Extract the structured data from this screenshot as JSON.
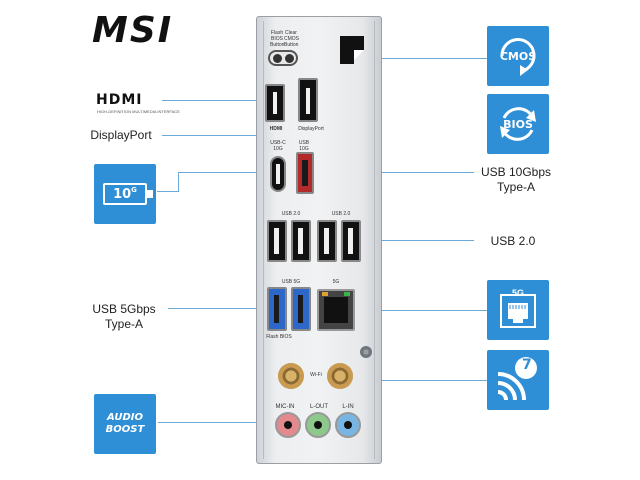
{
  "brand": {
    "logo": "MSI"
  },
  "labels": {
    "hdmi": "HDMI",
    "hdmi_sub": "HIGH-DEFINITION MULTIMEDIA INTERFACE",
    "displayport": "DisplayPort",
    "usb10_line1": "USB 10Gbps",
    "usb10_line2": "Type-A",
    "usb2": "USB 2.0",
    "usb5_line1": "USB 5Gbps",
    "usb5_line2": "Type-A"
  },
  "panel_text": {
    "flash_line1": "Flash",
    "flash_line2": "BIOS",
    "flash_line3": "Button",
    "clear_line1": "Clear",
    "clear_line2": "CMOS",
    "clear_line3": "Button",
    "hdmi": "HDMI",
    "displayport": "DisplayPort",
    "usbc_line1": "USB-C",
    "usbc_line2": "10G",
    "usb_line1": "USB",
    "usb_line2": "10G",
    "usb2_left": "USB 2.0",
    "usb2_right": "USB 2.0",
    "usb5g": "USB 5G",
    "lan5g": "5G",
    "flash_bios": "Flash BIOS",
    "wifi": "Wi-Fi",
    "mic_in": "MIC-IN",
    "l_out": "L-OUT",
    "l_in": "L-IN"
  },
  "badges": {
    "cmos": "CMOS",
    "bios": "BIOS",
    "tenG": "10",
    "tenG_sup": "G",
    "lan": "5G",
    "wifi_version": "7",
    "audio_line1": "AUDIO",
    "audio_line2": "BOOST"
  },
  "colors": {
    "badge_blue": "#2f8fd6",
    "leader_line": "#6aa9d8",
    "usb_blue": "#2d67c9",
    "usb_red": "#b22a2a",
    "jack_pink": "#e38a8f",
    "jack_green": "#8cc98a",
    "jack_blue": "#79b5e2"
  }
}
